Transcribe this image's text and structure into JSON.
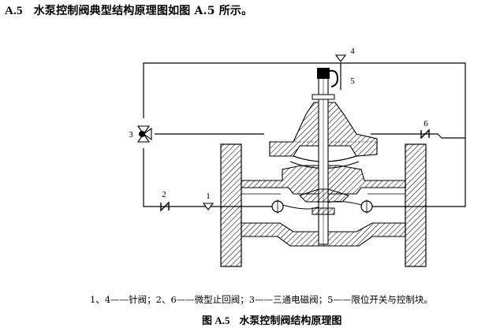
{
  "heading": {
    "number": "A.5",
    "text": "水泵控制阀典型结构原理图如图 A.5 所示。"
  },
  "figure": {
    "callouts": [
      "1",
      "2",
      "3",
      "4",
      "5",
      "6"
    ]
  },
  "legend": "1、4——针阀；2、6——微型止回阀；3——三通电磁阀；5——限位开关与控制块。",
  "caption": {
    "number": "图 A.5",
    "title": "水泵控制阀结构原理图"
  }
}
